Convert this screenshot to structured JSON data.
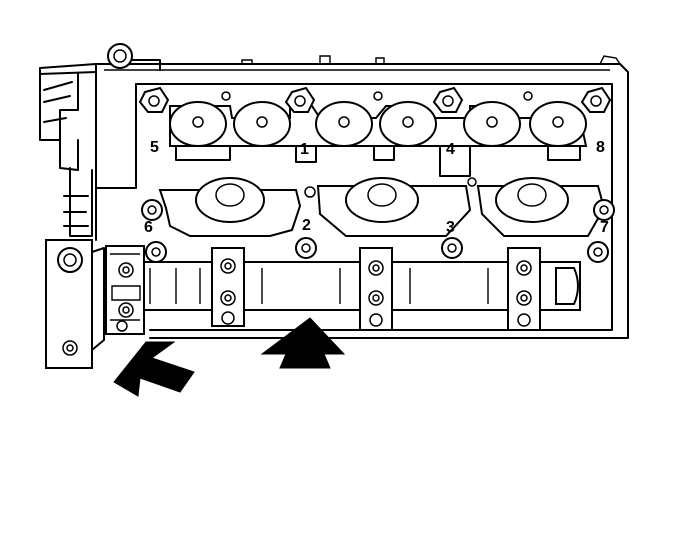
{
  "diagram": {
    "bolt_labels": [
      {
        "id": "1",
        "text": "1"
      },
      {
        "id": "2",
        "text": "2"
      },
      {
        "id": "3",
        "text": "3"
      },
      {
        "id": "4",
        "text": "4"
      },
      {
        "id": "5",
        "text": "5"
      },
      {
        "id": "6",
        "text": "6"
      },
      {
        "id": "7",
        "text": "7"
      },
      {
        "id": "8",
        "text": "8"
      }
    ],
    "line_color": "#000000",
    "background_color": "#ffffff",
    "indicator_arrows": [
      "arrow-up-right",
      "arrow-up"
    ]
  }
}
